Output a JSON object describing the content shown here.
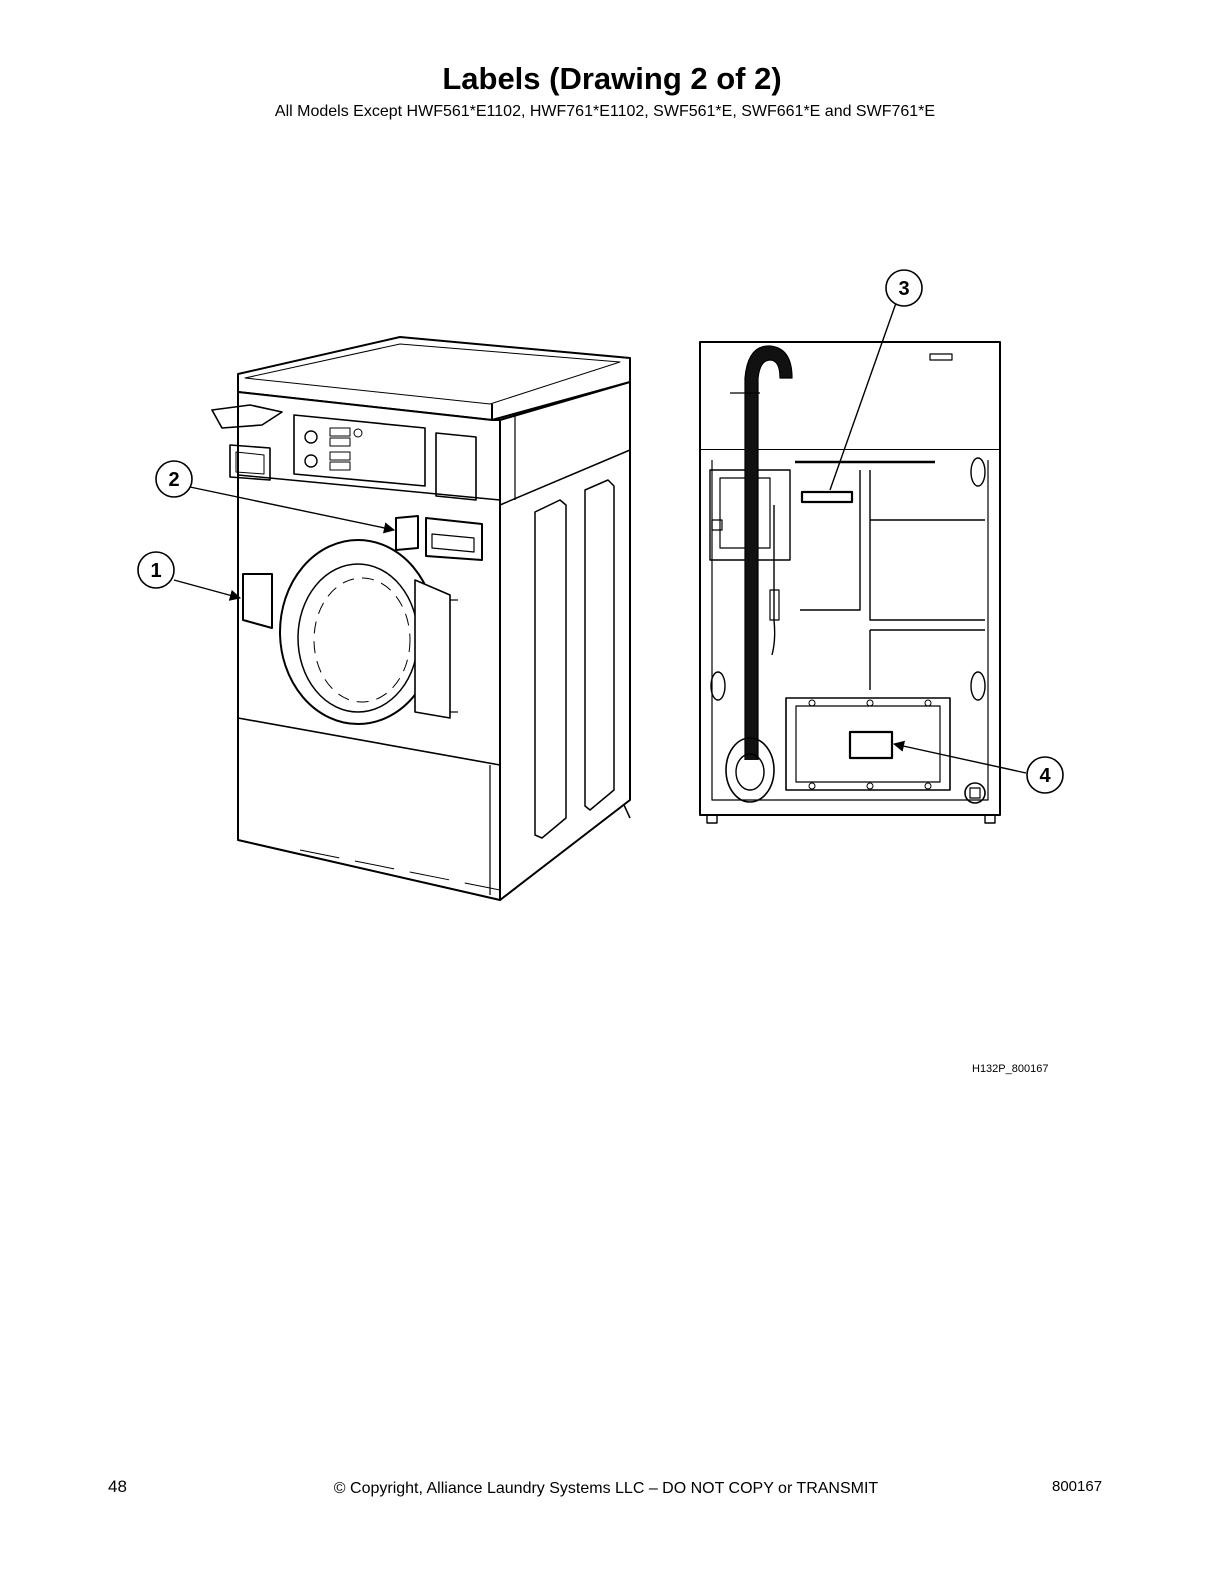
{
  "header": {
    "title": "Labels (Drawing 2 of 2)",
    "subtitle": "All Models Except HWF561*E1102, HWF761*E1102, SWF561*E, SWF661*E and SWF761*E"
  },
  "figure": {
    "callouts": [
      "1",
      "2",
      "3",
      "4"
    ],
    "figure_code": "H132P_800167"
  },
  "footer": {
    "page_number": "48",
    "copyright": "© Copyright, Alliance Laundry Systems LLC – DO NOT COPY or TRANSMIT",
    "document_number": "800167"
  }
}
